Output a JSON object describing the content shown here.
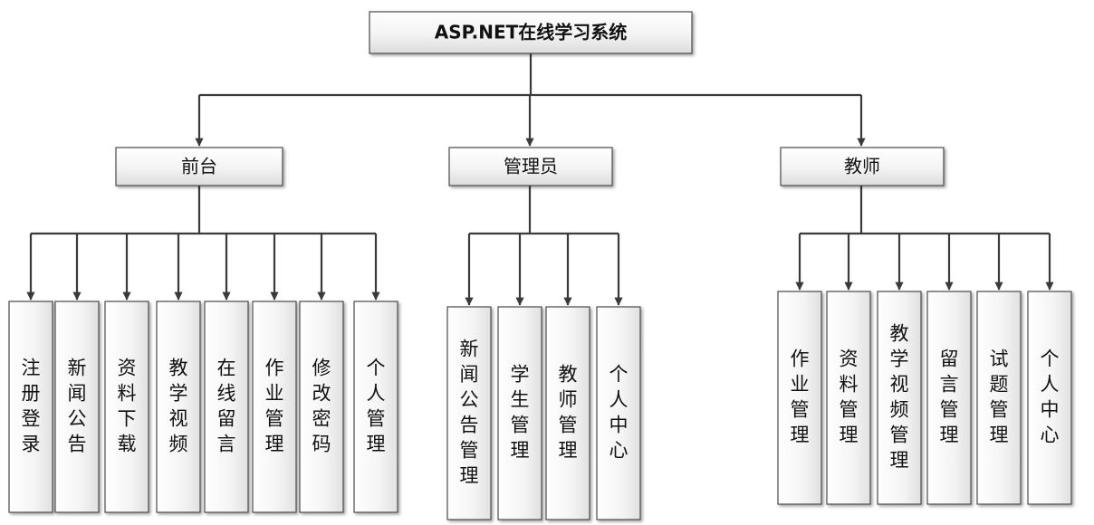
{
  "root": {
    "label": "ASP.NET在线学习系统"
  },
  "groups": [
    {
      "label": "前台",
      "children": [
        "注册登录",
        "新闻公告",
        "资料下载",
        "教学视频",
        "在线留言",
        "作业管理",
        "修改密码",
        "个人管理"
      ]
    },
    {
      "label": "管理员",
      "children": [
        "新闻公告管理",
        "学生管理",
        "教师管理",
        "个人中心"
      ]
    },
    {
      "label": "教师",
      "children": [
        "作业管理",
        "资料管理",
        "教学视频管理",
        "留言管理",
        "试题管理",
        "个人中心"
      ]
    }
  ],
  "colors": {
    "line": "#3a3a3a",
    "box_border": "#4a4a4a",
    "box_fill_light": "#ffffff",
    "box_fill_dark": "#e2e2e2"
  }
}
